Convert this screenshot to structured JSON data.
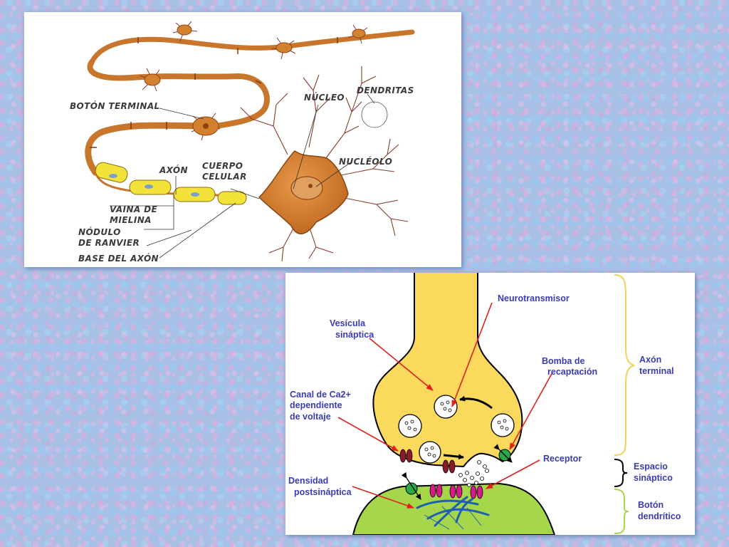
{
  "neuron_diagram": {
    "labels": {
      "boton_terminal": "BOTÓN TERMINAL",
      "nucleo": "NÚCLEO",
      "dendritas": "DENDRITAS",
      "axon": "AXÓN",
      "cuerpo_1": "CUERPO",
      "cuerpo_2": "CELULAR",
      "nucleolo": "NUCLÉOLO",
      "vaina_1": "VAINA DE",
      "vaina_2": "MIELINA",
      "nodulo_1": "NÓDULO",
      "nodulo_2": "DE RANVIER",
      "base_axon": "BASE DEL AXÓN"
    },
    "colors": {
      "neuron": "#d47a2a",
      "neuron_dark": "#8b4513",
      "myelin": "#f2e23a",
      "dendrite": "#8b3a2a"
    }
  },
  "synapse_diagram": {
    "labels": {
      "neurotransmisor": "Neurotransmisor",
      "vesicula_1": "Vesícula",
      "vesicula_2": "sináptica",
      "bomba_1": "Bomba de",
      "bomba_2": "recaptación",
      "canal_1": "Canal de Ca2+",
      "canal_2": "dependiente",
      "canal_3": "de voltaje",
      "receptor": "Receptor",
      "densidad_1": "Densidad",
      "densidad_2": "postsináptica",
      "axon_terminal_1": "Axón",
      "axon_terminal_2": "terminal",
      "espacio_1": "Espacio",
      "espacio_2": "sináptico",
      "boton_1": "Botón",
      "boton_2": "dendrítico"
    },
    "colors": {
      "terminal": "#fbd95c",
      "dendrite": "#a6d64a",
      "arrow": "#e0201c",
      "label": "#3b3bb4",
      "brace_axon": "#f0d25a",
      "brace_space": "#000000",
      "brace_dendrite": "#a6d64a",
      "channel": "#8b1a2a",
      "receptor": "#d81b8c",
      "pump": "#2aa84a"
    }
  }
}
